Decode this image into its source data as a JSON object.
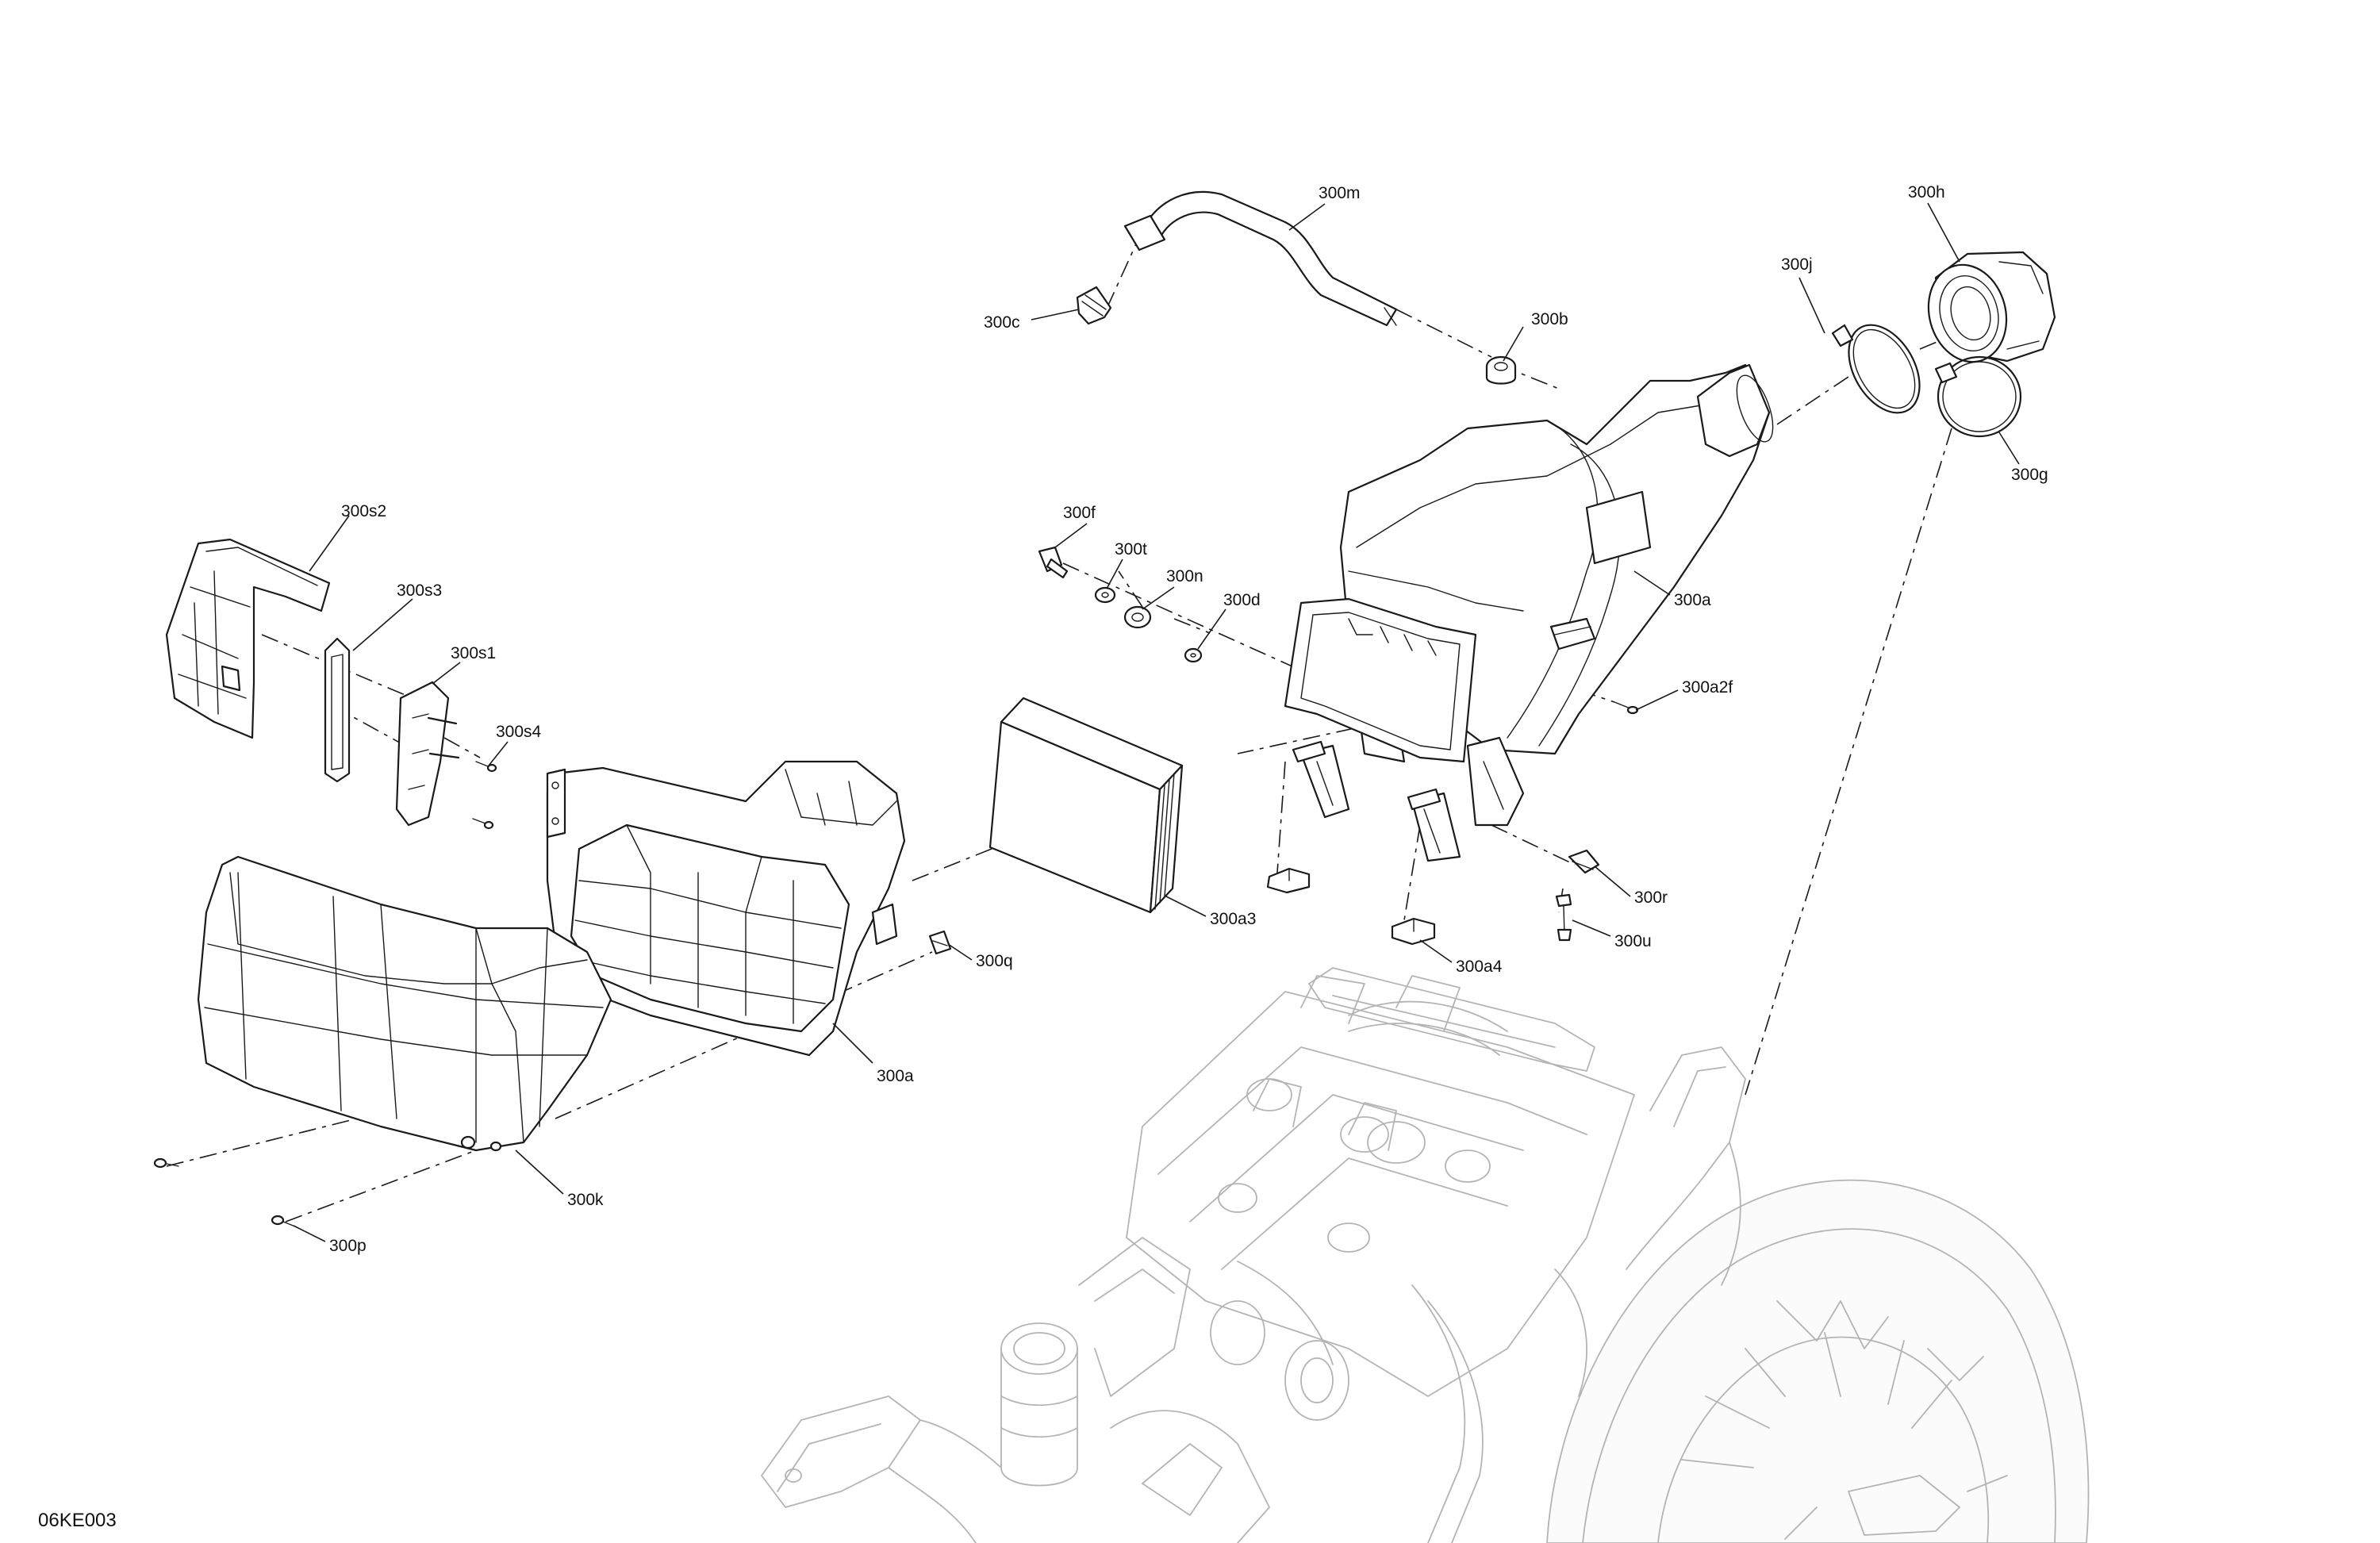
{
  "diagram_code": "06KE003",
  "callouts": {
    "c300m": "300m",
    "c300h": "300h",
    "c300j": "300j",
    "c300c": "300c",
    "c300b": "300b",
    "c300g": "300g",
    "c300s2": "300s2",
    "c300s3": "300s3",
    "c300s1": "300s1",
    "c300s4": "300s4",
    "c300f": "300f",
    "c300t": "300t",
    "c300n": "300n",
    "c300d": "300d",
    "c300a_top": "300a",
    "c300a2f": "300a2f",
    "c300r": "300r",
    "c300u": "300u",
    "c300a3": "300a3",
    "c300a4": "300a4",
    "c300q": "300q",
    "c300a_bottom": "300a",
    "c300k": "300k",
    "c300p": "300p"
  }
}
